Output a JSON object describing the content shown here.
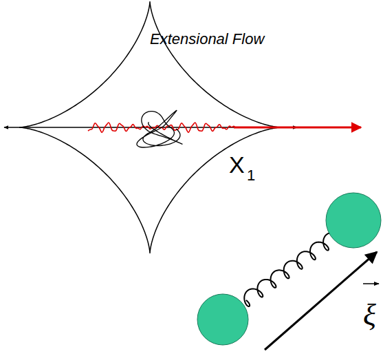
{
  "diagram": {
    "labels": [
      "Extensional Flow",
      "X",
      "1",
      "ξ"
    ]
  }
}
